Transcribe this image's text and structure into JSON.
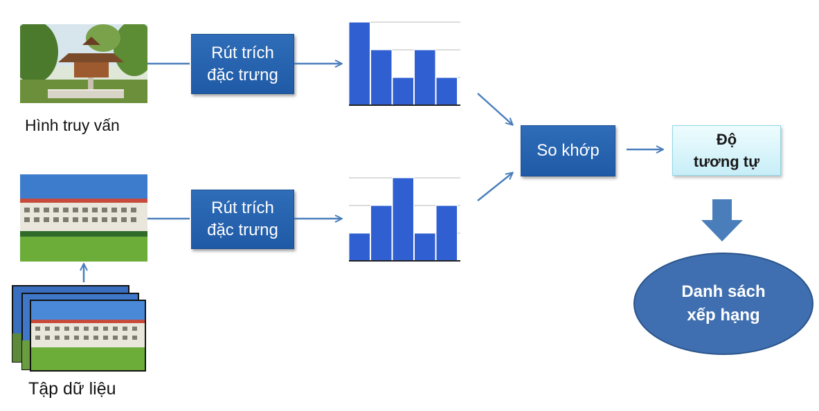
{
  "query_caption": "Hình  truy vấn",
  "dataset_caption": "Tập dữ liệu",
  "extract_label_top": "Rút trích\nđặc trưng",
  "extract_label_bottom": "Rút trích\nđặc trưng",
  "match_label": "So khớp",
  "similarity_label": "Độ\ntương tự",
  "ranked_list_label": "Danh sách\nxếp hạng",
  "histogram_top": [
    3,
    2,
    1,
    2,
    1
  ],
  "histogram_bottom": [
    1,
    2,
    3,
    1,
    2
  ],
  "histogram_max": 3,
  "colors": {
    "box": "#2563b0",
    "arrow": "#4a7ebb",
    "bar": "#2f5fd0",
    "ellipse": "#3f6fb0",
    "similarity_fill": "#d9f4fb"
  },
  "images": {
    "query_image": "one-pillar-pagoda-photo",
    "dataset_image": "school-building-photo",
    "dataset_stack": "stacked-photos"
  }
}
